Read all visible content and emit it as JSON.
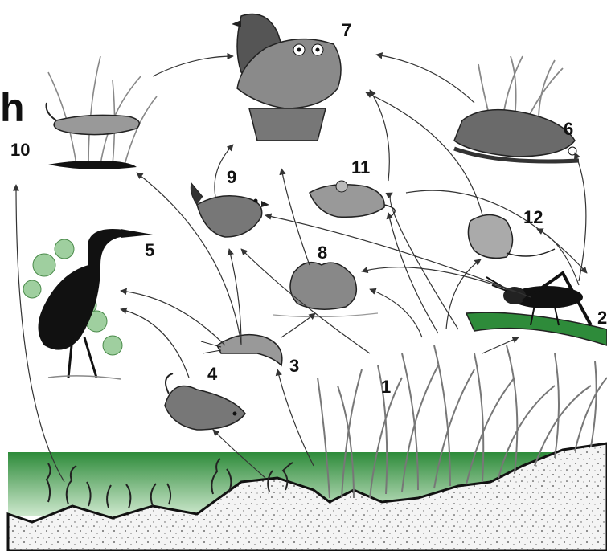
{
  "header_fragment": "h",
  "labels": {
    "n1": "1",
    "n2": "2",
    "n3": "3",
    "n4": "4",
    "n5": "5",
    "n6": "6",
    "n7": "7",
    "n8": "8",
    "n9": "9",
    "n10": "10",
    "n11": "11",
    "n12": "12"
  },
  "organisms": {
    "n1": "grass-icon",
    "n2": "grasshopper-icon",
    "n3": "shrimp-icon",
    "n4": "fish-icon",
    "n5": "heron-icon",
    "n6": "frog-icon",
    "n7": "owl-icon",
    "n8": "duck-icon",
    "n9": "wren-icon",
    "n10": "marsh-bird-icon",
    "n11": "mouse-icon",
    "n12": "shrew-icon"
  },
  "links": [
    [
      "n1",
      "n2"
    ],
    [
      "n1",
      "n3"
    ],
    [
      "n1",
      "n8"
    ],
    [
      "n1",
      "n9"
    ],
    [
      "n1",
      "n11"
    ],
    [
      "n1",
      "n12"
    ],
    [
      "n2",
      "n9"
    ],
    [
      "n2",
      "n8"
    ],
    [
      "n2",
      "n6"
    ],
    [
      "n2",
      "n12"
    ],
    [
      "n3",
      "n9"
    ],
    [
      "n3",
      "n5"
    ],
    [
      "n3",
      "n8"
    ],
    [
      "n3",
      "n10"
    ],
    [
      "n4",
      "n5"
    ],
    [
      "n9",
      "n7"
    ],
    [
      "n8",
      "n7"
    ],
    [
      "n11",
      "n7"
    ],
    [
      "n12",
      "n7"
    ],
    [
      "n12",
      "n11"
    ],
    [
      "n6",
      "n7"
    ],
    [
      "n10",
      "n7"
    ],
    [
      "algae",
      "n4"
    ],
    [
      "algae",
      "n10"
    ],
    [
      "algae",
      "n3"
    ]
  ],
  "colors": {
    "water": "#2e8b3a",
    "ink": "#111111",
    "gray": "#6f6f6f",
    "sand": "#ececec"
  }
}
